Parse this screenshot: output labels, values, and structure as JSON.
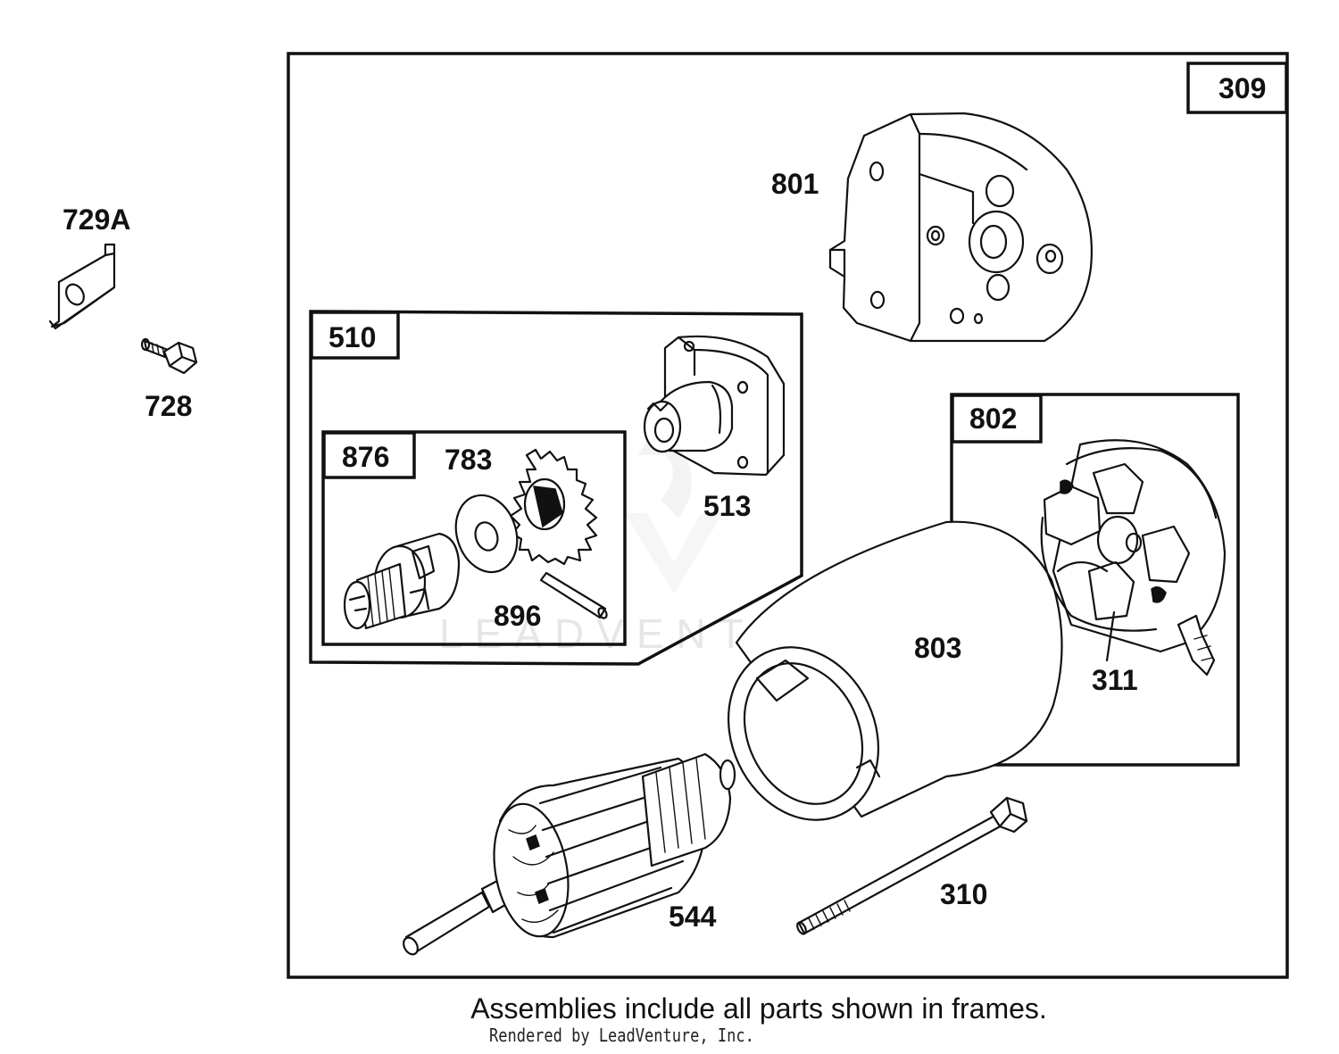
{
  "labels": {
    "p729a": "729A",
    "p728": "728",
    "p309": "309",
    "p801": "801",
    "p510": "510",
    "p876": "876",
    "p783": "783",
    "p513": "513",
    "p896": "896",
    "p802": "802",
    "p803": "803",
    "p311": "311",
    "p544": "544",
    "p310": "310"
  },
  "watermark": "LEADVENTURE",
  "footer": {
    "note": "Assemblies include all parts shown in frames.",
    "credit": "Rendered by LeadVenture, Inc."
  }
}
